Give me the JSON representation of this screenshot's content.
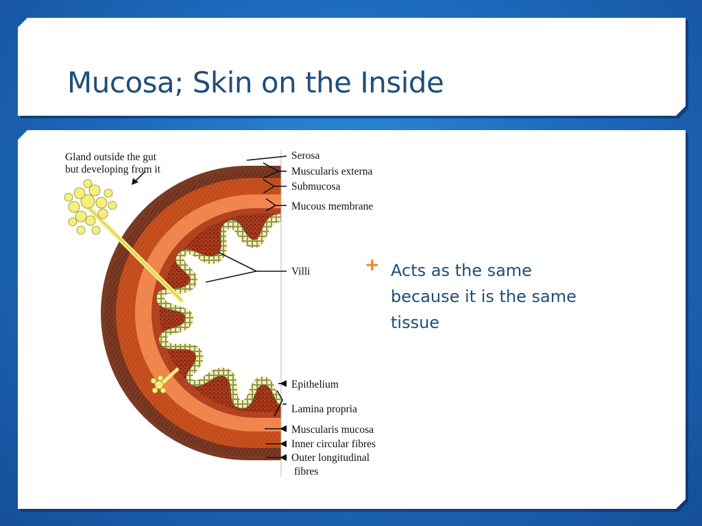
{
  "slide": {
    "title": "Mucosa; Skin on the Inside",
    "bullet": {
      "icon": "plus-icon",
      "text": "Acts as the same because it is the same tissue"
    }
  },
  "diagram": {
    "gland_label_line1": "Gland outside the  gut",
    "gland_label_line2": "but developing from it",
    "labels": {
      "serosa": "Serosa",
      "muscularis_externa": "Muscularis externa",
      "submucosa": "Submucosa",
      "mucous_membrane": "Mucous membrane",
      "villi": "Villi",
      "epithelium": "Epithelium",
      "lamina_propria": "Lamina propria",
      "muscularis_mucosa": "Muscularis mucosa",
      "inner_circular": "Inner circular fibres",
      "outer_longitudinal_1": "Outer longitudinal",
      "outer_longitudinal_2": "fibres"
    }
  },
  "colors": {
    "title": "#1f4e79",
    "bullet_marker": "#f0821e",
    "muscle": "#c8501e",
    "submucosa": "#f0864e",
    "mucosa": "#a8381a",
    "epithelium": "#f2f0b0",
    "gland": "#f5ef80"
  }
}
